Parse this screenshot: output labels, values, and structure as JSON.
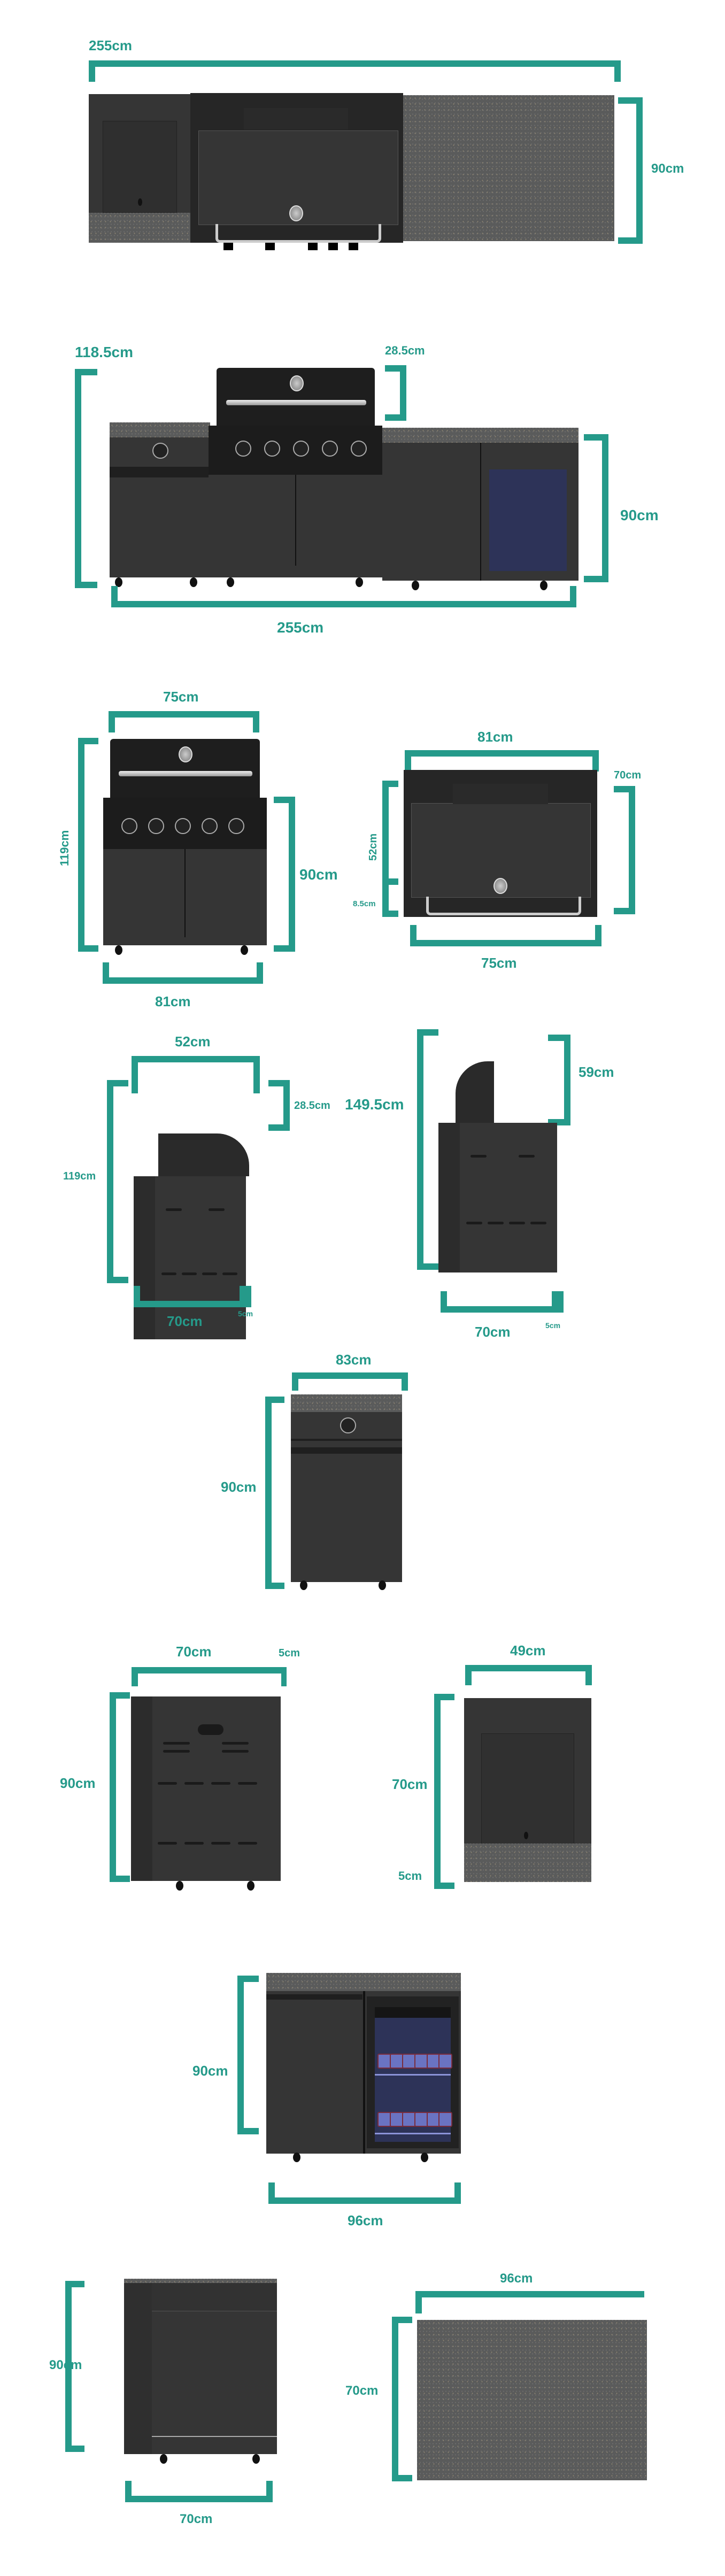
{
  "colors": {
    "accent": "#259a8a",
    "cabinet": "#353535",
    "granite": "#5a5b5b",
    "fridge_glass": "#2d3358"
  },
  "views": {
    "kitchen_top": {
      "width": "255cm",
      "depth": "90cm"
    },
    "kitchen_front": {
      "total_height": "118.5cm",
      "lid_height": "28.5cm",
      "cabinet_height": "90cm",
      "width": "255cm"
    },
    "bbq_front": {
      "top_width": "75cm",
      "total_height": "119cm",
      "cabinet_height": "90cm",
      "bottom_width": "81cm"
    },
    "bbq_top": {
      "width": "81cm",
      "depth": "70cm",
      "body_depth": "52cm",
      "front_depth": "8.5cm",
      "bottom_width": "75cm"
    },
    "bbq_side_closed": {
      "top_width": "52cm",
      "lid_height": "28.5cm",
      "total_height": "119cm",
      "depth": "70cm",
      "overhang": "5cm"
    },
    "bbq_side_open": {
      "total_height": "149.5cm",
      "lid_height": "59cm",
      "depth": "70cm",
      "overhang": "5cm"
    },
    "side_burner_front": {
      "width": "83cm",
      "height": "90cm"
    },
    "side_burner_side": {
      "depth": "70cm",
      "overhang": "5cm",
      "height": "90cm"
    },
    "side_burner_top": {
      "width": "49cm",
      "depth": "70cm",
      "front_depth": "5cm"
    },
    "fridge_front": {
      "height": "90cm",
      "width": "96cm"
    },
    "fridge_side": {
      "height": "90cm",
      "depth": "70cm"
    },
    "fridge_top": {
      "width": "96cm",
      "depth": "70cm"
    }
  }
}
